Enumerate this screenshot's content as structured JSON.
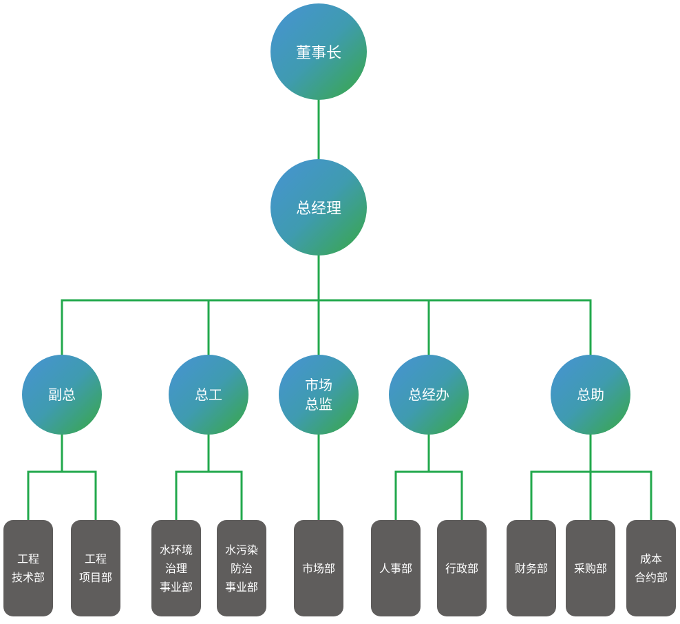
{
  "chairman": {
    "label": "董事长"
  },
  "general_manager": {
    "label": "总经理"
  },
  "divisions": [
    {
      "label": [
        "副总"
      ],
      "departments": [
        {
          "label": [
            "工程",
            "技术部"
          ]
        },
        {
          "label": [
            "工程",
            "项目部"
          ]
        }
      ]
    },
    {
      "label": [
        "总工"
      ],
      "departments": [
        {
          "label": [
            "水环境",
            "治理",
            "事业部"
          ]
        },
        {
          "label": [
            "水污染",
            "防治",
            "事业部"
          ]
        }
      ]
    },
    {
      "label": [
        "市场",
        "总监"
      ],
      "departments": [
        {
          "label": [
            "市场部"
          ]
        }
      ]
    },
    {
      "label": [
        "总经办"
      ],
      "departments": [
        {
          "label": [
            "人事部"
          ]
        },
        {
          "label": [
            "行政部"
          ]
        }
      ]
    },
    {
      "label": [
        "总助"
      ],
      "departments": [
        {
          "label": [
            "财务部"
          ]
        },
        {
          "label": [
            "采购部"
          ]
        },
        {
          "label": [
            "成本",
            "合约部"
          ]
        }
      ]
    }
  ],
  "colors": {
    "connector": "#22a84c",
    "node_gradient_start": "#4793d4",
    "node_gradient_end": "#39a843",
    "department_fill": "#5f5d5c",
    "text": "#ffffff"
  }
}
